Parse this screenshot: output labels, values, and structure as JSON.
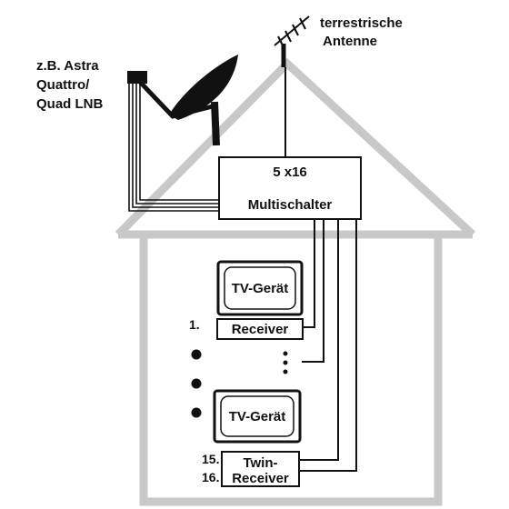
{
  "lnb_label": [
    "z.B. Astra",
    "Quattro/",
    "Quad LNB"
  ],
  "antenna_label": [
    "terrestrische",
    "Antenne"
  ],
  "multiswitch": {
    "line1": "5 x16",
    "line2": "Multischalter"
  },
  "tv1_label": "TV-Gerät",
  "tv2_label": "TV-Gerät",
  "receiver1": {
    "number": "1.",
    "label": "Receiver"
  },
  "twin_receiver": {
    "number_top": "15.",
    "number_bottom": "16.",
    "line1": "Twin-",
    "line2": "Receiver"
  },
  "colors": {
    "house": "#c8c8c8",
    "ink": "#111111"
  }
}
